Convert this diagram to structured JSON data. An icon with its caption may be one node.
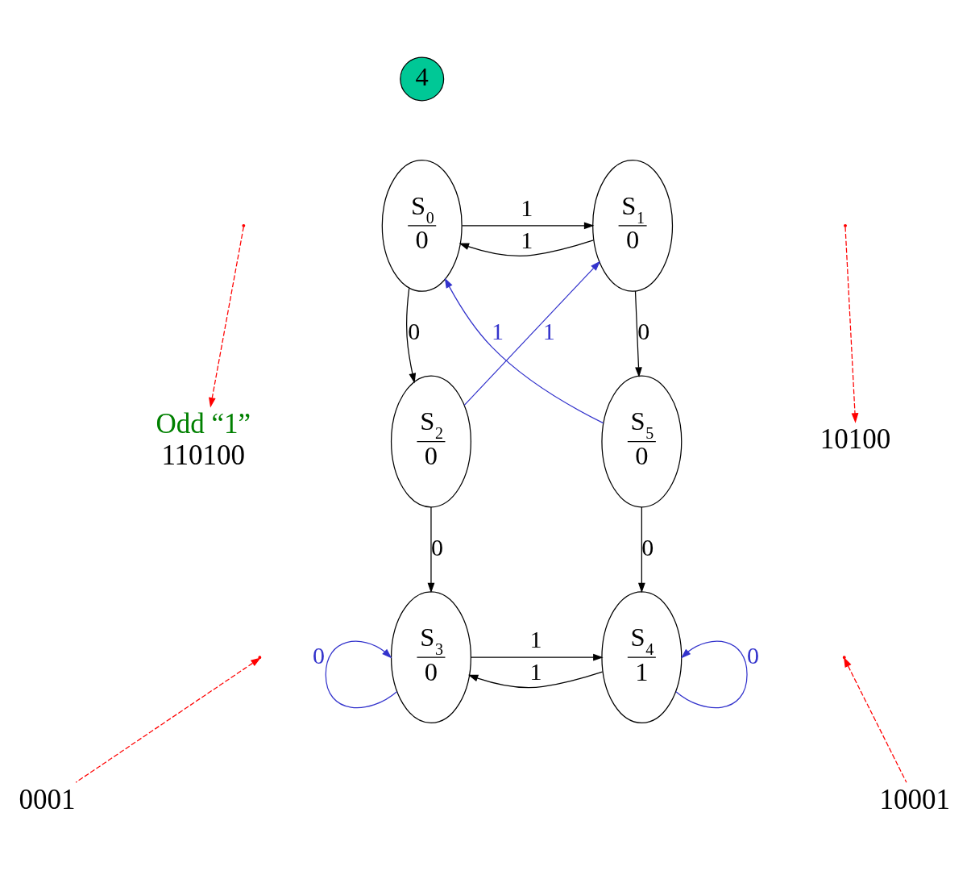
{
  "diagram": {
    "nodes": [
      {
        "text": [
          "4"
        ]
      },
      {
        "text": [
          "S$_{0}$",
          "0"
        ]
      },
      {
        "text": [
          "S$_{1}$",
          "0"
        ]
      },
      {
        "text": [
          "S$_{2}$",
          "0"
        ]
      },
      {
        "text": [
          "S$_{5}$",
          "0"
        ]
      },
      {
        "text": [
          "S$_{3}$",
          "0"
        ]
      },
      {
        "text": [
          "S$_{4}$",
          "1"
        ]
      },
      {
        "text": [
          "110100"
        ],
        "beside": [
          "Odd “1”"
        ]
      },
      {
        "text": [
          "10100"
        ]
      },
      {
        "text": [
          "0001"
        ]
      },
      {
        "text": [
          "10001"
        ]
      }
    ],
    "edges": [
      {
        "from": 1,
        "to": 2,
        "arrow": "to",
        "label": "1"
      },
      {
        "from": 2,
        "to": 1,
        "arrow": "to",
        "label": "1"
      },
      {
        "from": 1,
        "to": 3,
        "arrow": "to",
        "label": "0"
      },
      {
        "from": 2,
        "to": 4,
        "arrow": "to",
        "label": "0"
      },
      {
        "from": 3,
        "to": 2,
        "arrow": "to",
        "label": "1",
        "color": "#3333cc"
      },
      {
        "from": 4,
        "to": 1,
        "arrow": "to",
        "label": "1",
        "color": "#3333cc"
      },
      {
        "from": 3,
        "to": 5,
        "arrow": "to",
        "label": "0"
      },
      {
        "from": 4,
        "to": 6,
        "arrow": "to",
        "label": "0"
      },
      {
        "from": 5,
        "to": 6,
        "arrow": "to",
        "label": "1"
      },
      {
        "from": 6,
        "to": 5,
        "arrow": "to",
        "label": "1"
      },
      {
        "from": 5,
        "to": 5,
        "arrow": "to",
        "label": "0",
        "color": "#3333cc"
      },
      {
        "from": 6,
        "to": 6,
        "arrow": "to",
        "label": "0",
        "color": "#3333cc"
      },
      {
        "from": null,
        "to": 7,
        "arrow": "to",
        "style": "dashed",
        "color": "#ff0000"
      },
      {
        "from": null,
        "to": 8,
        "arrow": "to",
        "style": "dashed",
        "color": "#ff0000"
      },
      {
        "from": 9,
        "to": null,
        "arrow": "to",
        "style": "dashed",
        "color": "#ff0000"
      },
      {
        "from": 10,
        "to": null,
        "arrow": "to",
        "style": "dashed",
        "color": "#ff0000"
      }
    ]
  }
}
